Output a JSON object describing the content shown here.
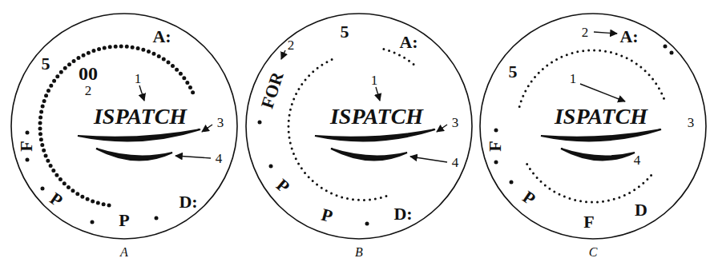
{
  "diagram": {
    "nodes": [
      {
        "text": [
          "A:",
          "5",
          "00",
          "2",
          "1",
          "ISPATCH",
          "3",
          "4",
          "F",
          "P",
          "P",
          "D:",
          "A"
        ]
      },
      {
        "text": [
          "5",
          "A:",
          "FOR",
          "2",
          "1",
          "ISPATCH",
          "3",
          "4",
          "P",
          "P",
          "D:",
          "B"
        ]
      },
      {
        "text": [
          "2",
          "A:",
          "5",
          "1",
          "ISPATCH",
          "3",
          "4",
          "F",
          "P",
          "F",
          "D",
          "C"
        ]
      }
    ]
  }
}
